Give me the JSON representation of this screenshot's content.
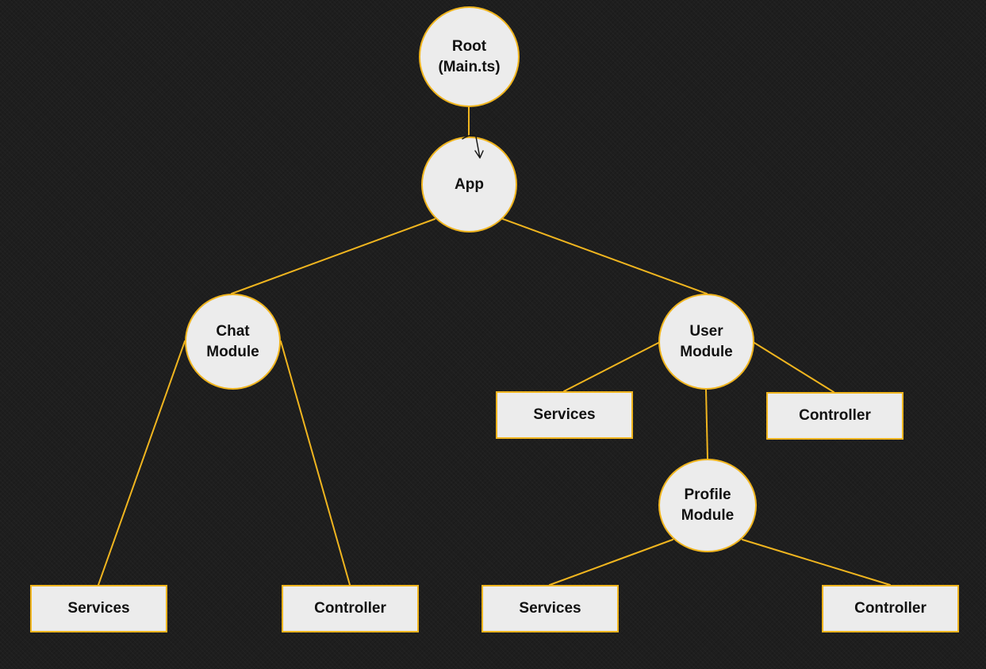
{
  "colors": {
    "background": "#1e1e1e",
    "node_fill": "#ececec",
    "node_border": "#f0b51f",
    "connector": "#f0b51f",
    "arrow": "#1a1a1a",
    "text": "#111111"
  },
  "nodes": {
    "root": {
      "line1": "Root",
      "line2": "(Main.ts)"
    },
    "app": {
      "line1": "App"
    },
    "chat_module": {
      "line1": "Chat",
      "line2": "Module"
    },
    "user_module": {
      "line1": "User",
      "line2": "Module"
    },
    "profile_module": {
      "line1": "Profile",
      "line2": "Module"
    }
  },
  "leaves": {
    "user_services": "Services",
    "user_controller": "Controller",
    "chat_services": "Services",
    "chat_controller": "Controller",
    "profile_services": "Services",
    "profile_controller": "Controller"
  }
}
